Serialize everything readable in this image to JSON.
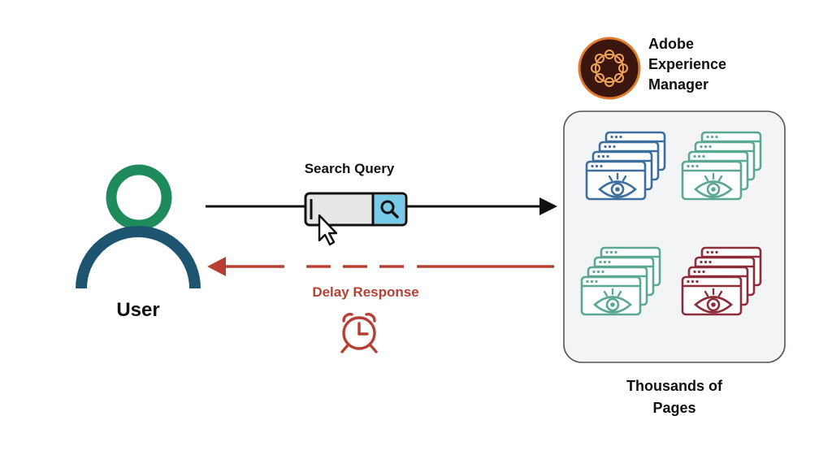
{
  "user": {
    "label": "User"
  },
  "request": {
    "label": "Search Query"
  },
  "response": {
    "label": "Delay Response"
  },
  "aem": {
    "name_line1": "Adobe",
    "name_line2": "Experience",
    "name_line3": "Manager",
    "logo_icon": "aem-logo-icon"
  },
  "pages": {
    "label_line1": "Thousands of",
    "label_line2": "Pages",
    "groups": [
      {
        "icon": "page-stack-eye-icon",
        "color": "#3d6f9e"
      },
      {
        "icon": "page-stack-eye-icon",
        "color": "#5aa892"
      },
      {
        "icon": "page-stack-eye-icon",
        "color": "#5aa892"
      },
      {
        "icon": "page-stack-eye-icon",
        "color": "#8c2d3a"
      }
    ]
  },
  "colors": {
    "user_head": "#1f8a5c",
    "user_body": "#1d5470",
    "request_arrow": "#111111",
    "response_arrow": "#b64033",
    "search_button": "#78cbe8",
    "aem_logo_bg": "#3b160f",
    "aem_logo_ring": "#e07b2e",
    "panel_bg": "#f3f4f5"
  }
}
